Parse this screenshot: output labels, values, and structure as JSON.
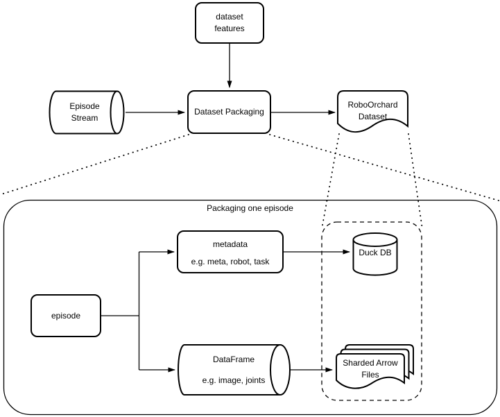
{
  "diagram": {
    "background": "#ffffff",
    "stroke_color": "#000000",
    "title": "Packaging one episode",
    "nodes": {
      "dataset_features": {
        "label": "dataset\nfeatures",
        "shape": "rounded-rectangle"
      },
      "episode_stream": {
        "label": "Episode\nStream",
        "shape": "horizontal-cylinder"
      },
      "dataset_packaging": {
        "label": "Dataset Packaging",
        "shape": "rounded-rectangle"
      },
      "roboorchard_dataset": {
        "label": "RoboOrchard\nDataset",
        "shape": "document"
      },
      "episode": {
        "label": "episode",
        "shape": "rounded-rectangle"
      },
      "metadata": {
        "label": "metadata",
        "sublabel": "e.g. meta, robot, task",
        "shape": "rounded-rectangle"
      },
      "duck_db": {
        "label": "Duck DB",
        "shape": "database-cylinder"
      },
      "dataframe": {
        "label": "DataFrame",
        "sublabel": "e.g. image, joints",
        "shape": "horizontal-cylinder"
      },
      "sharded_arrow_files": {
        "label": "Sharded Arrow\nFiles",
        "shape": "document-stack"
      }
    },
    "edges": [
      {
        "from": "dataset features",
        "to": "Dataset Packaging",
        "style": "solid-arrow"
      },
      {
        "from": "Episode Stream",
        "to": "Dataset Packaging",
        "style": "solid-arrow"
      },
      {
        "from": "Dataset Packaging",
        "to": "RoboOrchard Dataset",
        "style": "solid-arrow"
      },
      {
        "from": "Dataset Packaging",
        "to": "Packaging one episode detail container",
        "style": "dotted-projection"
      },
      {
        "from": "RoboOrchard Dataset",
        "to": "dashed output group",
        "style": "dotted-projection"
      },
      {
        "from": "episode",
        "to": "metadata",
        "style": "solid-arrow"
      },
      {
        "from": "episode",
        "to": "DataFrame",
        "style": "solid-arrow"
      },
      {
        "from": "metadata",
        "to": "Duck DB",
        "style": "solid-arrow"
      },
      {
        "from": "DataFrame",
        "to": "Sharded Arrow Files",
        "style": "solid-arrow"
      }
    ]
  }
}
